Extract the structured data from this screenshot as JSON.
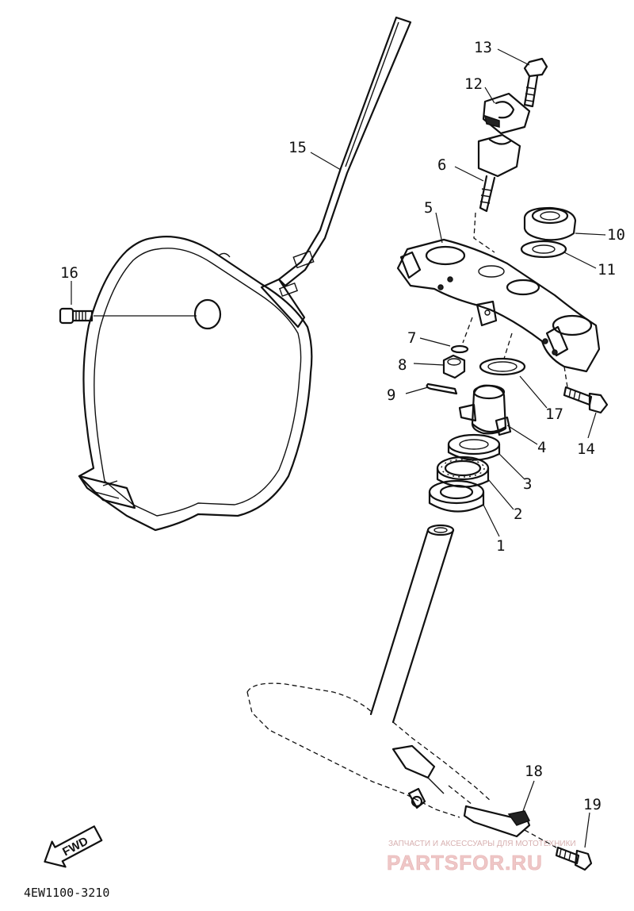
{
  "diagram": {
    "callouts": [
      {
        "id": "1",
        "label": "1"
      },
      {
        "id": "2",
        "label": "2"
      },
      {
        "id": "3",
        "label": "3"
      },
      {
        "id": "4",
        "label": "4"
      },
      {
        "id": "5",
        "label": "5"
      },
      {
        "id": "6",
        "label": "6"
      },
      {
        "id": "7",
        "label": "7"
      },
      {
        "id": "8",
        "label": "8"
      },
      {
        "id": "9",
        "label": "9"
      },
      {
        "id": "10",
        "label": "10"
      },
      {
        "id": "11",
        "label": "11"
      },
      {
        "id": "12",
        "label": "12"
      },
      {
        "id": "13",
        "label": "13"
      },
      {
        "id": "14",
        "label": "14"
      },
      {
        "id": "15",
        "label": "15"
      },
      {
        "id": "16",
        "label": "16"
      },
      {
        "id": "17",
        "label": "17"
      },
      {
        "id": "18",
        "label": "18"
      },
      {
        "id": "19",
        "label": "19"
      }
    ],
    "fwd_label": "FWD",
    "drawing_code": "4EW1100-3210"
  },
  "watermark": {
    "small_text": "ЗАПЧАСТИ И АКСЕССУАРЫ ДЛЯ МОТОТЕХНИКИ",
    "brand_text": "PARTSFOR.RU",
    "color": "#e8b8b8"
  }
}
